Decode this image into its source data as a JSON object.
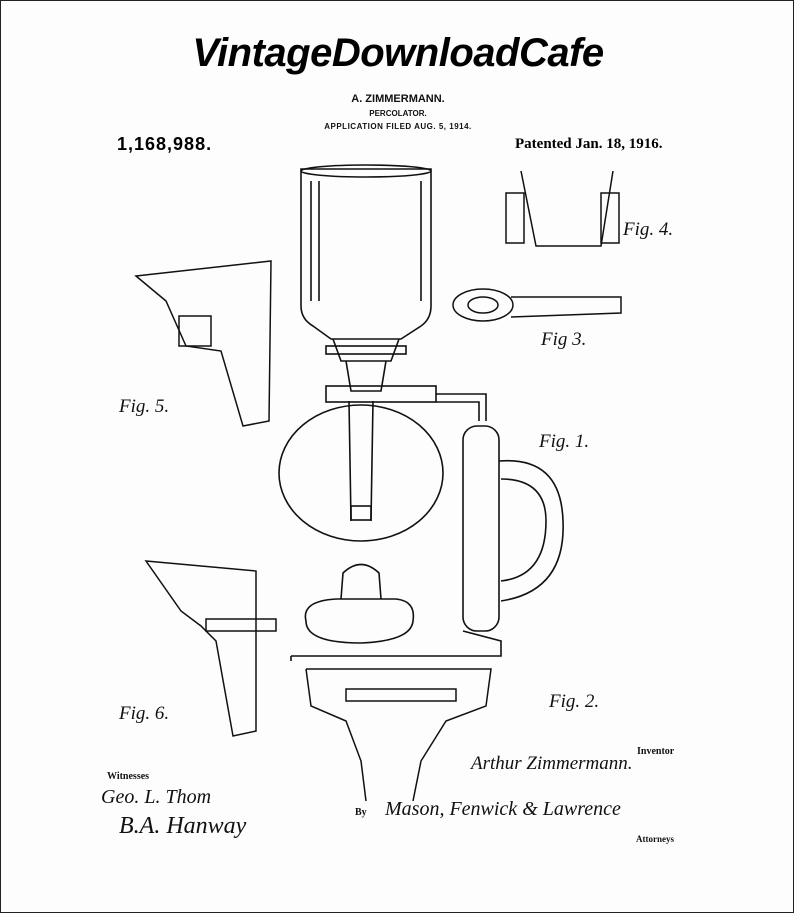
{
  "watermark": "VintageDownloadCafe",
  "header": {
    "inventor": "A. ZIMMERMANN.",
    "title": "PERCOLATOR.",
    "filed": "APPLICATION FILED AUG. 5, 1914.",
    "patent_number": "1,168,988.",
    "patent_date": "Patented Jan. 18, 1916."
  },
  "figures": {
    "fig1": "Fig. 1.",
    "fig2": "Fig. 2.",
    "fig3": "Fig 3.",
    "fig4": "Fig. 4.",
    "fig5": "Fig. 5.",
    "fig6": "Fig. 6."
  },
  "signatures": {
    "inventor_label": "Inventor",
    "inventor_name": "Arthur Zimmermann.",
    "witnesses_label": "Witnesses",
    "witness_1": "Geo. L. Thom",
    "witness_2": "B.A. Hanway",
    "by": "By",
    "attorneys_sig": "Mason, Fenwick & Lawrence",
    "attorneys_label": "Attorneys"
  }
}
